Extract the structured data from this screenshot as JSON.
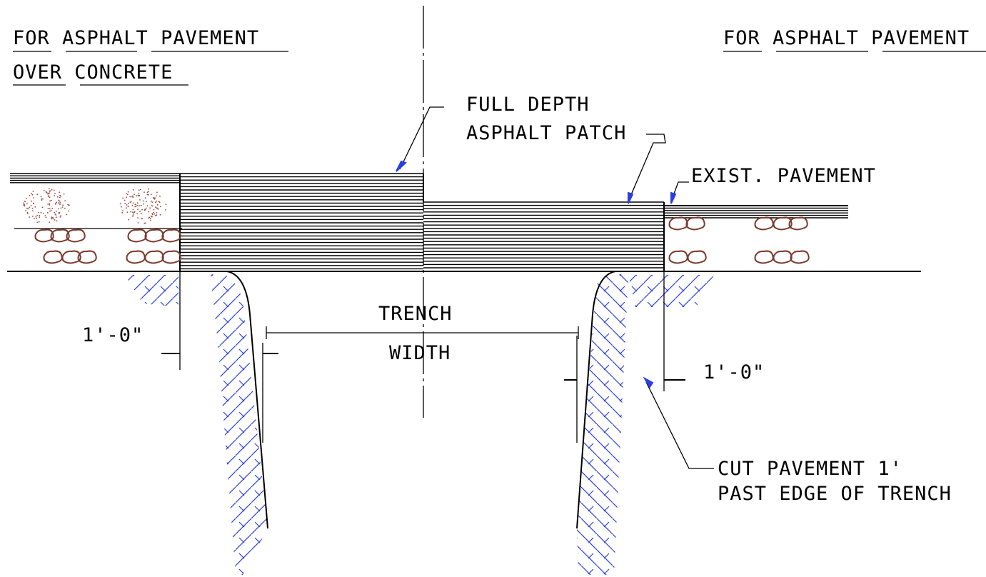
{
  "labels": {
    "left_title_1": "FOR ASPHALT PAVEMENT",
    "left_title_2": "OVER CONCRETE",
    "right_title": "FOR ASPHALT PAVEMENT",
    "full_depth_1": "FULL DEPTH",
    "full_depth_2": "ASPHALT PATCH",
    "exist_pavement": "EXIST. PAVEMENT",
    "trench": "TRENCH",
    "width": "WIDTH",
    "dim_left": "1'-0\"",
    "dim_right": "1'-0\"",
    "cut_1": "CUT PAVEMENT 1'",
    "cut_2": "PAST EDGE OF TRENCH"
  },
  "colors": {
    "line": "#000000",
    "hatch": "#2a3fe0",
    "arrow": "#2a3fe0",
    "stone": "#7a3a2c",
    "gravel": "#9b4a3a"
  }
}
